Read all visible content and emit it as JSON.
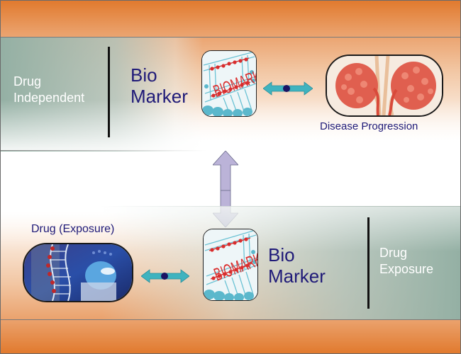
{
  "top_panel": {
    "left_label": [
      "Drug",
      "Independent"
    ],
    "biomarker_label": [
      "Bio",
      "Marker"
    ],
    "disease_caption": "Disease Progression"
  },
  "bottom_panel": {
    "drug_caption": "Drug (Exposure)",
    "biomarker_label": [
      "Bio",
      "Marker"
    ],
    "right_label": [
      "Drug",
      "Exposure"
    ]
  },
  "images": {
    "biomarker_tile_text": "BIOMARKER",
    "disease_image": "kidney-illustration",
    "drug_image": "lab-dna-gloved-hand"
  },
  "connectors": {
    "horizontal_arrow": "double-headed-teal-arrow",
    "vertical_arrow": "double-headed-lavender-arrow"
  },
  "colors": {
    "orange": "#e17a2e",
    "sage": "#94b0a4",
    "navy_text": "#1f1a78",
    "teal_arrow": "#3fb3bf",
    "lavender_arrow": "#bbb3d8",
    "dot": "#1a1464"
  }
}
